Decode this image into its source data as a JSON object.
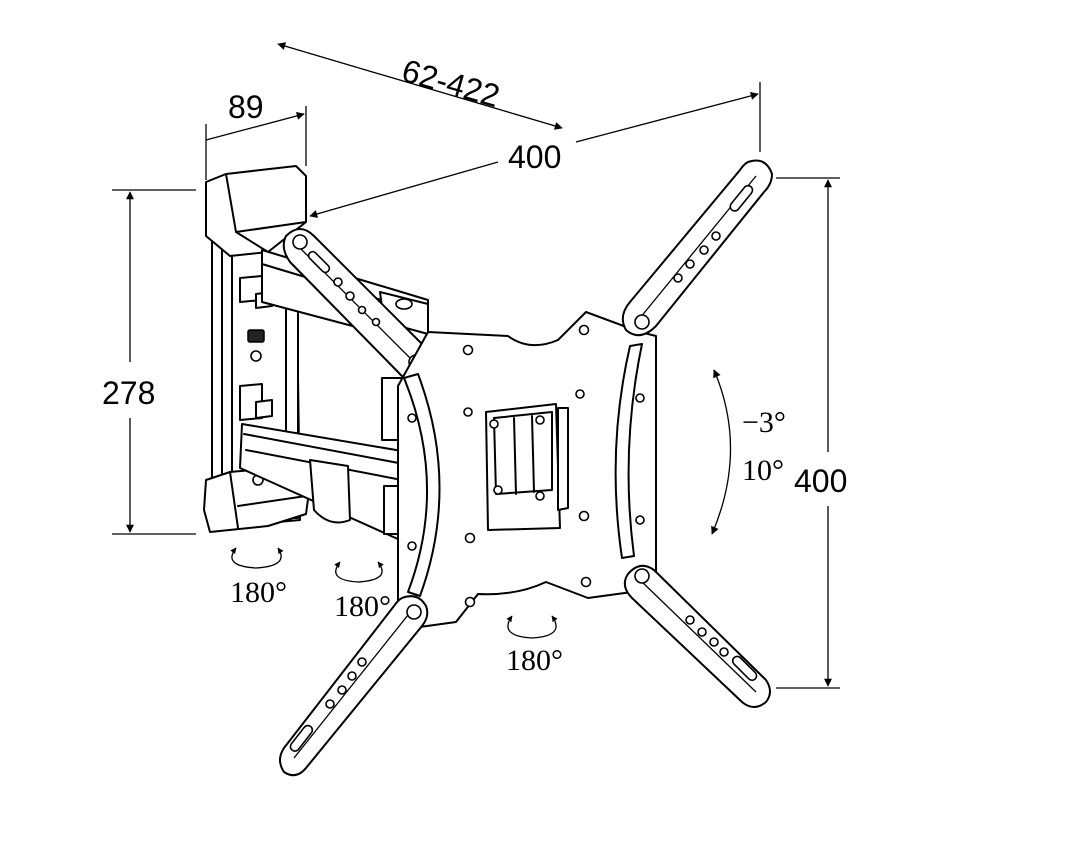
{
  "dimensions": {
    "width_depth": "62-422",
    "wall_plate_depth": "89",
    "vesa_horizontal": "400",
    "wall_plate_height": "278",
    "vesa_vertical": "400"
  },
  "tilt": {
    "up": "−3°",
    "down": "10°"
  },
  "swivel": {
    "wall_joint": "180°",
    "arm_joint": "180°",
    "plate_joint": "180°"
  },
  "colors": {
    "line": "#000000",
    "background": "#ffffff"
  }
}
